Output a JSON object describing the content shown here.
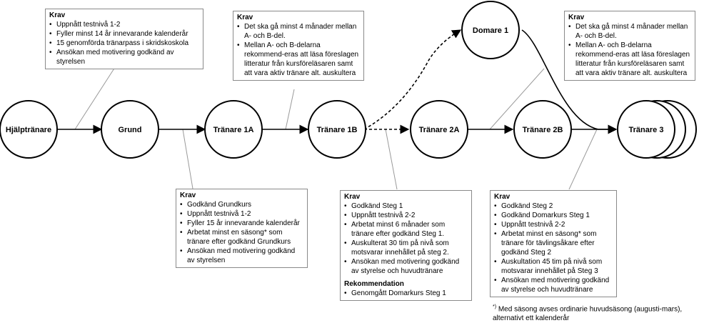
{
  "nodes": [
    {
      "id": "hjalptranare",
      "label": "Hjälptränare"
    },
    {
      "id": "grund",
      "label": "Grund"
    },
    {
      "id": "tranare-1a",
      "label": "Tränare 1A"
    },
    {
      "id": "tranare-1b",
      "label": "Tränare 1B"
    },
    {
      "id": "domare-1",
      "label": "Domare 1"
    },
    {
      "id": "tranare-2a",
      "label": "Tränare 2A"
    },
    {
      "id": "tranare-2b",
      "label": "Tränare 2B"
    },
    {
      "id": "tranare-3",
      "label": "Tränare 3"
    }
  ],
  "edges": [
    {
      "from": "hjalptranare",
      "to": "grund",
      "style": "solid"
    },
    {
      "from": "grund",
      "to": "tranare-1a",
      "style": "solid"
    },
    {
      "from": "tranare-1a",
      "to": "tranare-1b",
      "style": "solid"
    },
    {
      "from": "tranare-1b",
      "to": "domare-1",
      "style": "dashed"
    },
    {
      "from": "tranare-1b",
      "to": "tranare-2a",
      "style": "dashed"
    },
    {
      "from": "tranare-2a",
      "to": "tranare-2b",
      "style": "solid"
    },
    {
      "from": "tranare-2b",
      "to": "tranare-3",
      "style": "solid"
    },
    {
      "from": "domare-1",
      "to": "tranare-3",
      "style": "solid"
    }
  ],
  "boxes": {
    "krav_grund": {
      "header": "Krav",
      "items": [
        "Uppnått testnivå 1-2",
        "Fyller minst 14 år innevarande kalenderår",
        "15 genomförda tränarpass i skridskoskola",
        "Ansökan med motivering godkänd av styrelsen"
      ]
    },
    "krav_1a": {
      "header": "Krav",
      "items": [
        "Godkänd Grundkurs",
        "Uppnått testnivå 1-2",
        "Fyller 15 år innevarande kalenderår",
        "Arbetat minst en säsong* som tränare efter godkänd Grundkurs",
        "Ansökan med motivering godkänd av styrelsen"
      ]
    },
    "krav_1b": {
      "header": "Krav",
      "items": [
        "Det ska gå minst 4 månader mellan A- och B-del.",
        "Mellan A- och B-delarna rekommend-eras att läsa föreslagen litteratur från kursföreläsaren samt att vara aktiv tränare alt. auskultera"
      ]
    },
    "krav_2a": {
      "header": "Krav",
      "items": [
        "Godkänd Steg 1",
        "Uppnått testnivå 2-2",
        "Arbetat minst 6 månader som tränare efter godkänd Steg 1.",
        "Auskulterat 30 tim på nivå som motsvarar innehållet på steg 2.",
        "Ansökan med motivering godkänd av styrelse och huvudtränare"
      ],
      "rec_header": "Rekommendation",
      "rec_items": [
        "Genomgått Domarkurs Steg 1"
      ]
    },
    "krav_2b": {
      "header": "Krav",
      "items": [
        "Det ska gå minst 4 månader mellan A- och B-del.",
        "Mellan A- och B-delarna rekommend-eras att läsa föreslagen litteratur från kursföreläsaren samt att vara aktiv tränare alt. auskultera"
      ]
    },
    "krav_3": {
      "header": "Krav",
      "items": [
        "Godkänd Steg 2",
        "Godkänd Domarkurs Steg 1",
        "Uppnått testnivå 2-2",
        "Arbetat minst en säsong* som tränare för tävlingsåkare efter godkänd Steg 2",
        "Auskultation 45 tim på nivå som motsvarar innehållet på Steg 3",
        "Ansökan med motivering godkänd av styrelse och huvudtränare"
      ]
    }
  },
  "footnote": {
    "marker": "*)",
    "text": "Med säsong avses ordinarie huvudsäsong (augusti-mars), alternativt ett kalenderår"
  }
}
